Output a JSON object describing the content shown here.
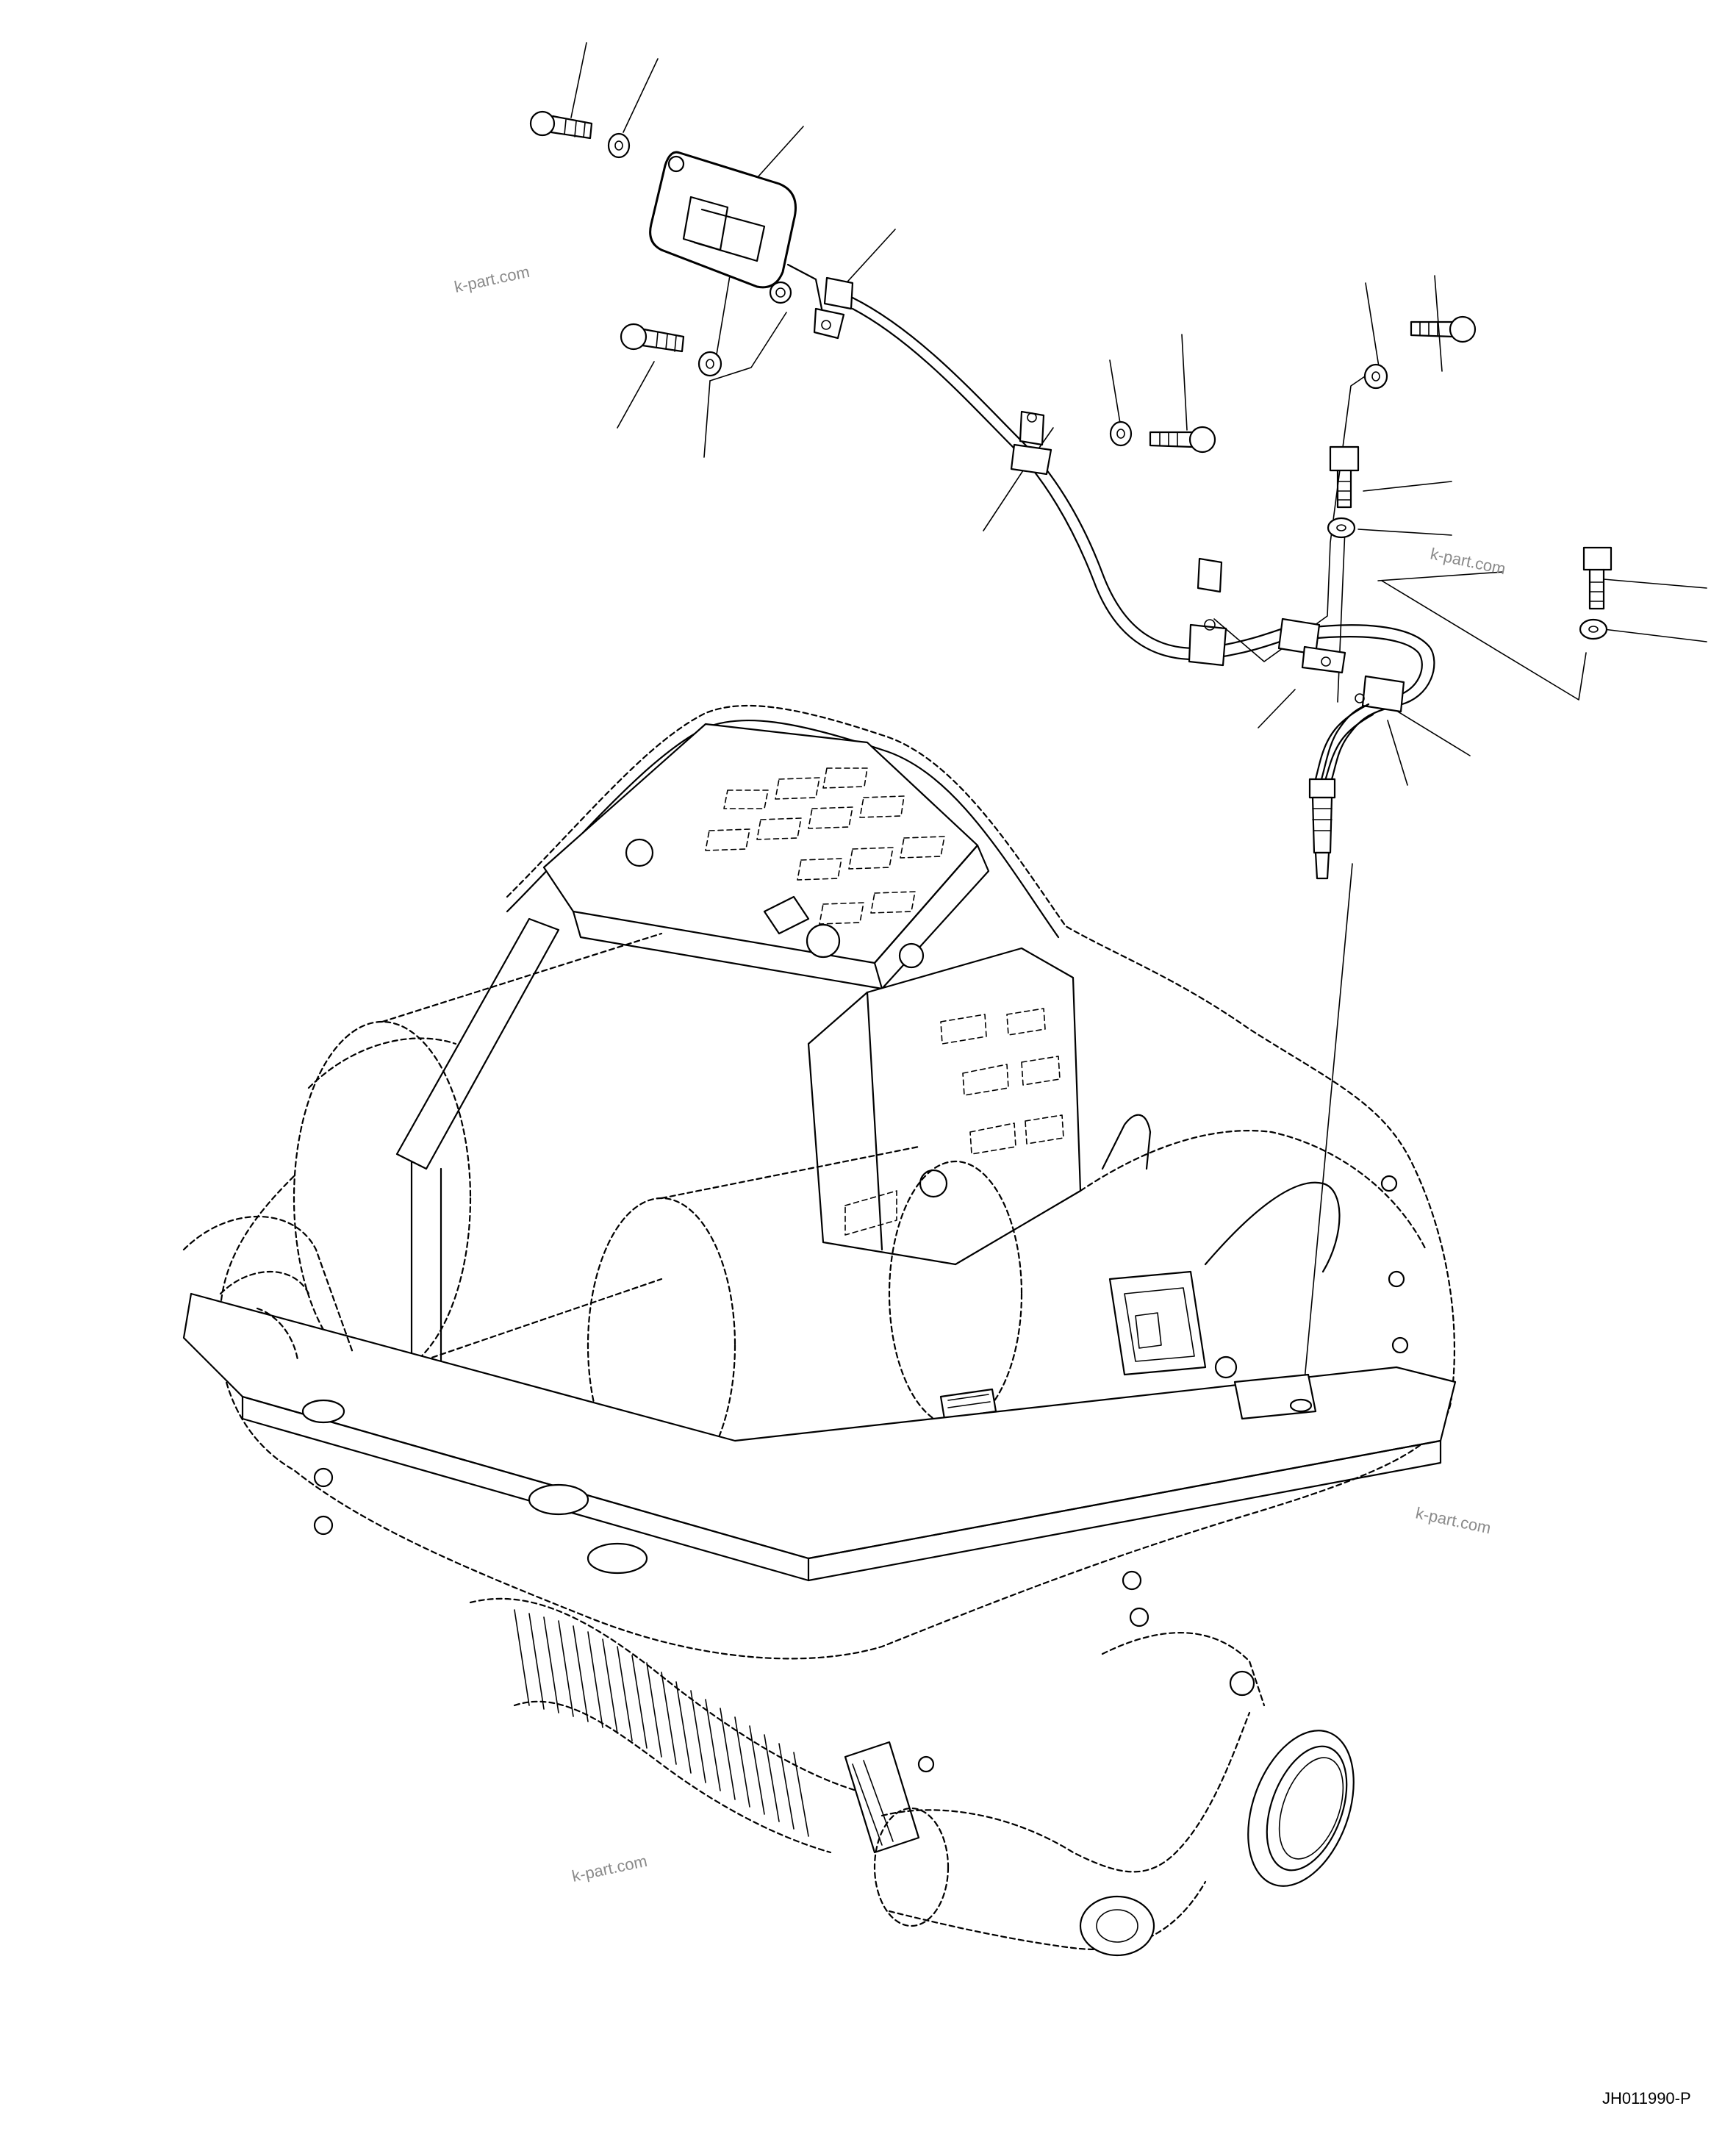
{
  "watermarks": [
    "k-part.com",
    "k-part.com",
    "k-part.com",
    "k-part.com"
  ],
  "drawing_code": "JH011990-P"
}
